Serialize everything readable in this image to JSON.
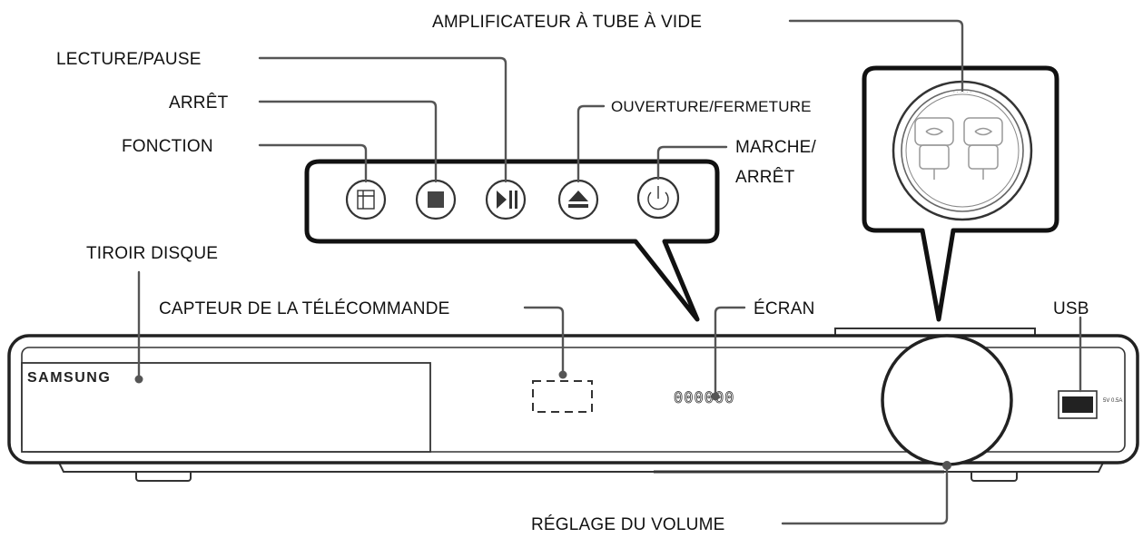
{
  "labels": {
    "amplifier": "AMPLIFICATEUR À TUBE À VIDE",
    "play_pause": "LECTURE/PAUSE",
    "stop": "ARRÊT",
    "function": "FONCTION",
    "open_close": "OUVERTURE/FERMETURE",
    "power_line1": "MARCHE/",
    "power_line2": "ARRÊT",
    "disc_tray": "TIROIR DISQUE",
    "remote_sensor": "CAPTEUR DE LA TÉLÉCOMMANDE",
    "display": "ÉCRAN",
    "usb": "USB",
    "volume": "RÉGLAGE DU VOLUME"
  },
  "device": {
    "brand": "SAMSUNG",
    "display_readout": "000000",
    "usb_rating": "5V 0.5A"
  },
  "icons": {
    "function": "function-icon",
    "stop": "stop-icon",
    "play_pause": "play-pause-icon",
    "eject": "eject-icon",
    "power": "power-icon"
  }
}
